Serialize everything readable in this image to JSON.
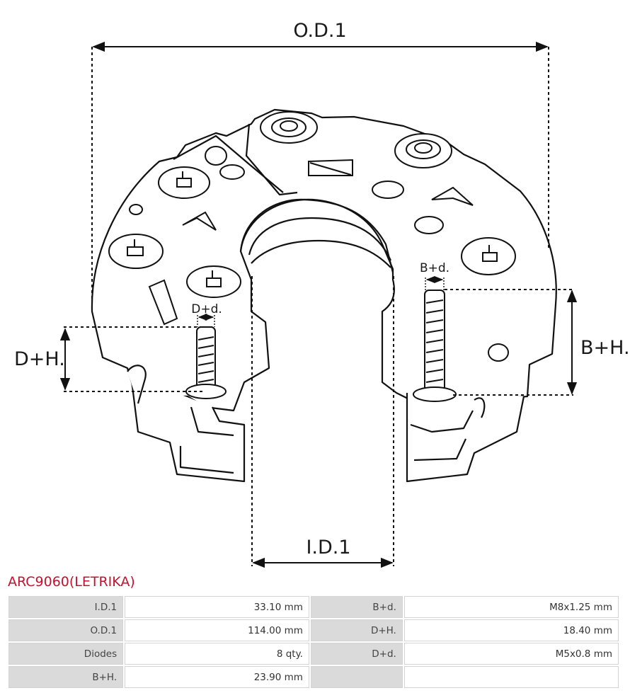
{
  "drawing": {
    "labels": {
      "od": "O.D.1",
      "id": "I.D.1",
      "dh": "D+H.",
      "bh": "B+H.",
      "dd": "D+d.",
      "bd": "B+d."
    },
    "line_color": "#111111"
  },
  "part": {
    "title": "ARC9060(LETRIKA)",
    "title_color": "#c8102e"
  },
  "specs": {
    "rows": [
      {
        "l1": "I.D.1",
        "v1": "33.10 mm",
        "l2": "B+d.",
        "v2": "M8x1.25 mm"
      },
      {
        "l1": "O.D.1",
        "v1": "114.00 mm",
        "l2": "D+H.",
        "v2": "18.40 mm"
      },
      {
        "l1": "Diodes",
        "v1": "8 qty.",
        "l2": "D+d.",
        "v2": "M5x0.8 mm"
      },
      {
        "l1": "B+H.",
        "v1": "23.90 mm",
        "l2": "",
        "v2": ""
      }
    ]
  }
}
